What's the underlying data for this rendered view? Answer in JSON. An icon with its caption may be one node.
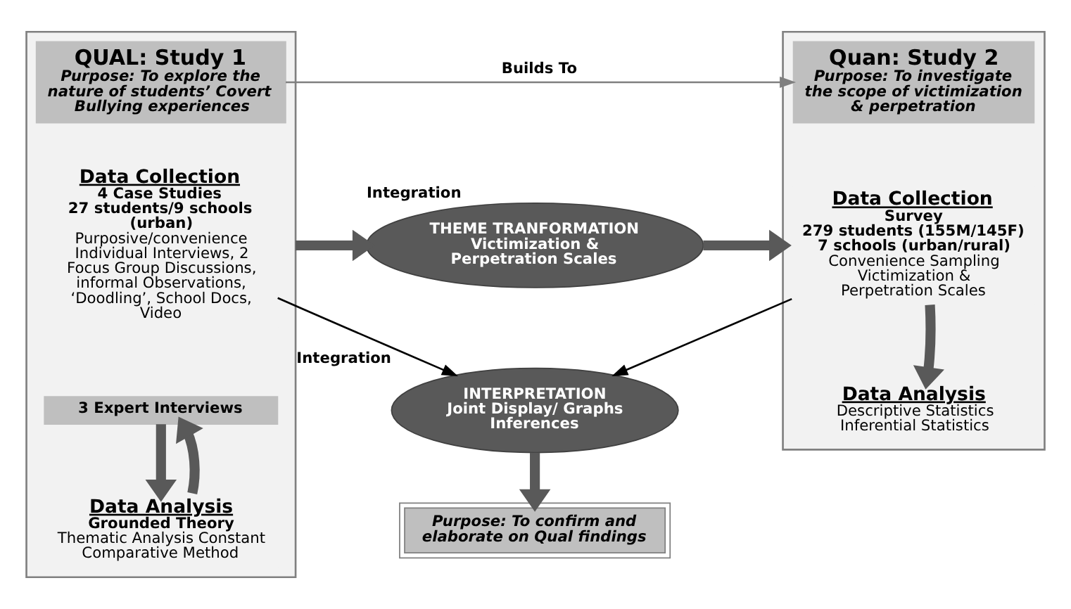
{
  "diagram": {
    "nodes": [
      {
        "text": [],
        "shape": "box"
      },
      {
        "text": [
          "QUAL: Study 1",
          "Purpose: To explore the nature of students’ Covert Bullying experiences"
        ],
        "in": 0
      },
      {
        "text": [
          "Data Collection",
          "4 Case Studies",
          "27 students/9 schools (urban)",
          "Purposive/convenience Individual Interviews, 2 Focus Group Discussions, informal Observations, ‘Doodling’, School Docs, Video"
        ],
        "in": 0
      },
      {
        "text": [
          "3 Expert Interviews"
        ],
        "in": 0
      },
      {
        "text": [
          "Data Analysis",
          "Grounded Theory",
          "Thematic Analysis Constant Comparative Method"
        ],
        "in": 0
      },
      {
        "text": [],
        "shape": "box"
      },
      {
        "text": [
          "Quan: Study 2",
          "Purpose: To investigate the scope of victimization & perpetration"
        ],
        "in": 5
      },
      {
        "text": [
          "Data Collection",
          "Survey",
          "279 students (155M/145F)",
          "7 schools (urban/rural)",
          "Convenience Sampling Victimization & Perpetration Scales"
        ],
        "in": 5
      },
      {
        "text": [
          "Data Analysis",
          "Descriptive Statistics Inferential Statistics"
        ],
        "in": 5
      },
      {
        "text": [
          "THEME TRANFORMATION",
          "Victimization & Perpetration Scales"
        ],
        "beside": [
          "Integration"
        ]
      },
      {
        "text": [
          "INTERPRETATION",
          "Joint Display/ Graphs Inferences"
        ],
        "beside": [
          "Integration"
        ]
      },
      {
        "text": [
          "Purpose: To confirm and elaborate on Qual findings"
        ]
      }
    ],
    "edges": [
      {
        "from": 1,
        "to": 6,
        "arrow": "to",
        "label": "Builds To",
        "color": "#7f7f7f"
      },
      {
        "from": 3,
        "to": 4,
        "arrow": "to"
      },
      {
        "from": 4,
        "to": 3,
        "arrow": "to"
      },
      {
        "from": 0,
        "to": 9,
        "arrow": "to"
      },
      {
        "from": 9,
        "to": 5,
        "arrow": "to"
      },
      {
        "from": 2,
        "to": 10,
        "arrow": "to",
        "color": "#000000"
      },
      {
        "from": 7,
        "to": 10,
        "arrow": "to",
        "color": "#000000"
      },
      {
        "from": 7,
        "to": 8,
        "arrow": "to"
      },
      {
        "from": 10,
        "to": 11,
        "arrow": "to"
      }
    ]
  }
}
